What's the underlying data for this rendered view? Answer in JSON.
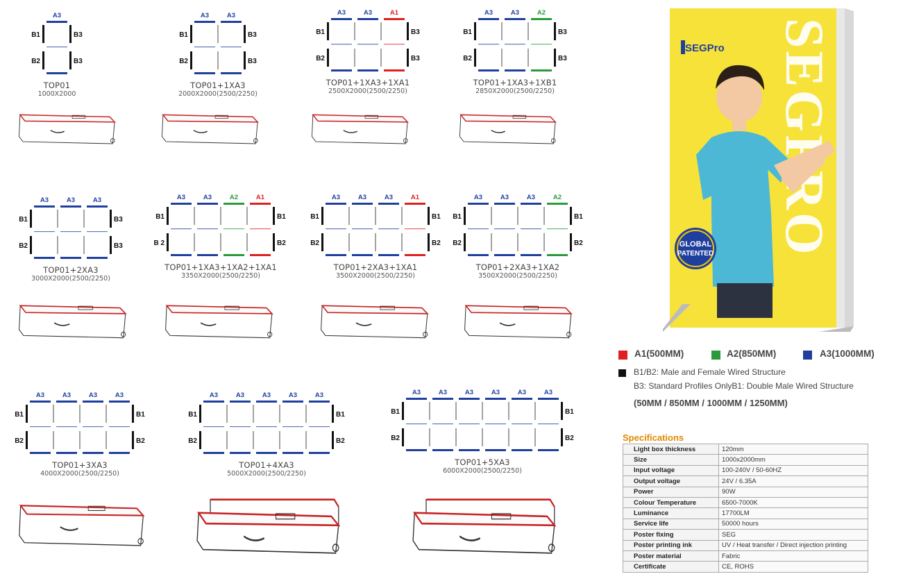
{
  "colors": {
    "a1": "#e02020",
    "a2": "#2a9a3a",
    "a3": "#1f3f9e",
    "b": "#111111"
  },
  "configs": [
    {
      "title": "TOP01",
      "dims": "1000X2000",
      "cols": [
        "A3"
      ]
    },
    {
      "title": "TOP01+1XA3",
      "dims": "2000X2000(2500/2250)",
      "cols": [
        "A3",
        "A3"
      ]
    },
    {
      "title": "TOP01+1XA3+1XA1",
      "dims": "2500X2000(2500/2250)",
      "cols": [
        "A3",
        "A3",
        "A1"
      ]
    },
    {
      "title": "TOP01+1XA3+1XB1",
      "dims": "2850X2000(2500/2250)",
      "cols": [
        "A3",
        "A3",
        "A2"
      ]
    },
    {
      "title": "TOP01+2XA3",
      "dims": "3000X2000(2500/2250)",
      "cols": [
        "A3",
        "A3",
        "A3"
      ]
    },
    {
      "title": "TOP01+1XA3+1XA2+1XA1",
      "dims": "3350X2000(2500/2250)",
      "cols": [
        "A3",
        "A3",
        "A2",
        "A1"
      ]
    },
    {
      "title": "TOP01+2XA3+1XA1",
      "dims": "3500X2000(2500/2250)",
      "cols": [
        "A3",
        "A3",
        "A3",
        "A1"
      ]
    },
    {
      "title": "TOP01+2XA3+1XA2",
      "dims": "3500X2000(2500/2250)",
      "cols": [
        "A3",
        "A3",
        "A3",
        "A2"
      ]
    },
    {
      "title": "TOP01+3XA3",
      "dims": "4000X2000(2500/2250)",
      "cols": [
        "A3",
        "A3",
        "A3",
        "A3"
      ]
    },
    {
      "title": "TOP01+4XA3",
      "dims": "5000X2000(2500/2250)",
      "cols": [
        "A3",
        "A3",
        "A3",
        "A3",
        "A3"
      ]
    },
    {
      "title": "TOP01+5XA3",
      "dims": "6000X2000(2500/2250)",
      "cols": [
        "A3",
        "A3",
        "A3",
        "A3",
        "A3",
        "A3"
      ]
    }
  ],
  "side_labels": {
    "r0c0": {
      "l": [
        "B1",
        "B2"
      ],
      "r": [
        "B3",
        "B3"
      ]
    },
    "r0c1": {
      "l": [
        "B1",
        "B2"
      ],
      "r": [
        "B3",
        "B3"
      ]
    },
    "r0c2": {
      "l": [
        "B1",
        "B2"
      ],
      "r": [
        "B3",
        "B3"
      ]
    },
    "r0c3": {
      "l": [
        "B1",
        "B2"
      ],
      "r": [
        "B3",
        "B3"
      ]
    },
    "r1c0": {
      "l": [
        "B1",
        "B2"
      ],
      "r": [
        "B3",
        "B3"
      ]
    },
    "r1c1": {
      "l": [
        "B1",
        "B 2"
      ],
      "r": [
        "B1",
        "B2"
      ]
    },
    "r1c2": {
      "l": [
        "B1",
        "B2"
      ],
      "r": [
        "B1",
        "B2"
      ]
    },
    "r1c3": {
      "l": [
        "B1",
        "B2"
      ],
      "r": [
        "B1",
        "B2"
      ]
    },
    "r2c0": {
      "l": [
        "B1",
        "B2"
      ],
      "r": [
        "B1",
        "B2"
      ]
    },
    "r2c1": {
      "l": [
        "B1",
        "B2"
      ],
      "r": [
        "B1",
        "B2"
      ]
    },
    "r2c2": {
      "l": [
        "B1",
        "B2"
      ],
      "r": [
        "B1",
        "B2"
      ]
    }
  },
  "product": {
    "logo": "SEGPro",
    "vertical_text": "SEGPRO",
    "badge_line1": "GLOBAL",
    "badge_line2": "PATENTED"
  },
  "legend": {
    "a1": "A1(500MM)",
    "a2": "A2(850MM)",
    "a3": "A3(1000MM)",
    "b_line1": "B1/B2:  Male and Female Wired Structure",
    "b_line2": "B3:  Standard Profiles OnlyB1: Double Male Wired Structure",
    "sizes": "(50MM / 850MM / 1000MM / 1250MM)"
  },
  "specs": {
    "title": "Specifications",
    "rows": [
      {
        "k": "Light box thickness",
        "v": "120mm"
      },
      {
        "k": "Size",
        "v": "1000x2000mm"
      },
      {
        "k": "Input voltage",
        "v": "100-240V / 50-60HZ"
      },
      {
        "k": "Output voltage",
        "v": "24V / 6.35A"
      },
      {
        "k": "Power",
        "v": "90W"
      },
      {
        "k": "Colour Temperature",
        "v": "6500-7000K"
      },
      {
        "k": "Luminance",
        "v": "17700LM"
      },
      {
        "k": "Service life",
        "v": "50000 hours"
      },
      {
        "k": "Poster fixing",
        "v": "SEG"
      },
      {
        "k": "Poster printing ink",
        "v": "UV / Heat transfer / Direct injection printing"
      },
      {
        "k": "Poster material",
        "v": "Fabric"
      },
      {
        "k": "Certificate",
        "v": "CE, ROHS"
      }
    ]
  }
}
